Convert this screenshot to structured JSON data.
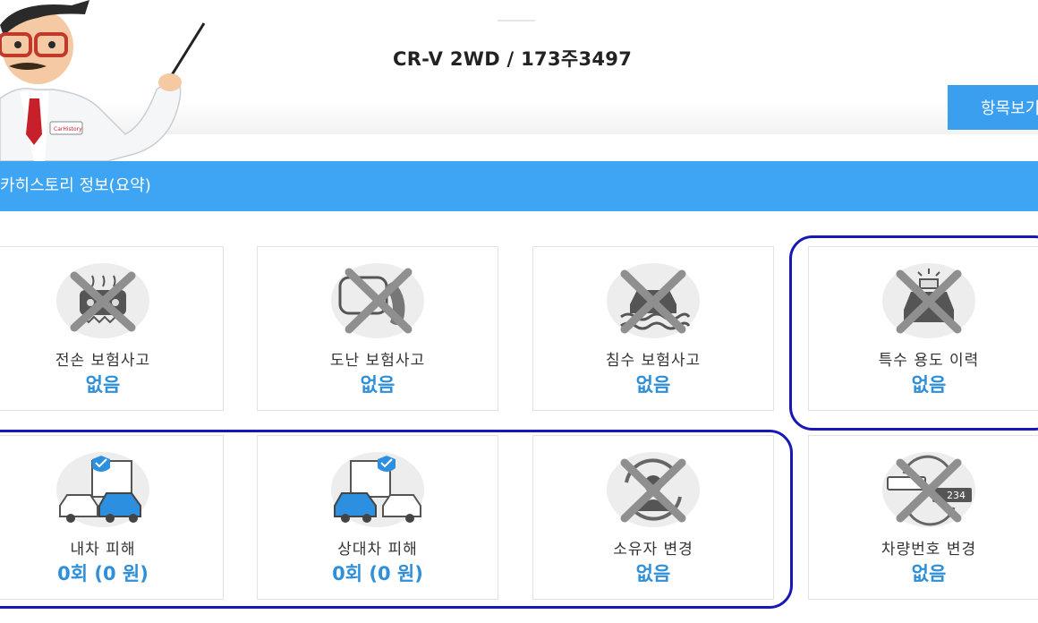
{
  "header": {
    "vehicle_title": "CR-V 2WD / 173주3497",
    "items_button_label": "항목보기",
    "mascot_badge": "CarHistory"
  },
  "section": {
    "title": "카히스토리 정보(요약)"
  },
  "cards": [
    {
      "label": "전손 보험사고",
      "value": "없음",
      "icon": "total-loss-car-icon",
      "crossed": true
    },
    {
      "label": "도난 보험사고",
      "value": "없음",
      "icon": "theft-icon",
      "crossed": true
    },
    {
      "label": "침수 보험사고",
      "value": "없음",
      "icon": "flood-car-icon",
      "crossed": true
    },
    {
      "label": "특수 용도 이력",
      "value": "없음",
      "icon": "special-use-car-icon",
      "crossed": true
    },
    {
      "label": "내차 피해",
      "value": "0회 (0 원)",
      "icon": "own-car-damage-icon",
      "crossed": false
    },
    {
      "label": "상대차 피해",
      "value": "0회 (0 원)",
      "icon": "other-car-damage-icon",
      "crossed": false
    },
    {
      "label": "소유자 변경",
      "value": "없음",
      "icon": "owner-change-icon",
      "crossed": true
    },
    {
      "label": "차량번호 변경",
      "value": "없음",
      "icon": "plate-change-icon",
      "crossed": true
    }
  ],
  "plate_text": "234",
  "colors": {
    "section_bar": "#3ea5f4",
    "value_text": "#2f8fd8",
    "highlight_border": "#1818b8",
    "button": "#3b9ff0"
  }
}
